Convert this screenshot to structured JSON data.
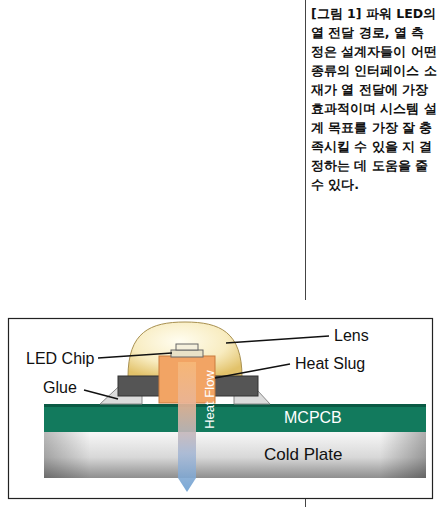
{
  "diagram": {
    "caption": "[그림 1] 파워 LED의 열 전달 경로, 열 측정은 설계자들이 어떤 종류의 인터페이스 소재가 열 전달에 가장 효과적이며 시스템 설계 목표를 가장 잘 충족시킬 수 있을 지 결정하는 데 도움을 줄 수 있다.",
    "nodes": [
      {
        "text": [
          "MCPCB"
        ]
      },
      {
        "text": [
          "Cold Plate"
        ]
      }
    ],
    "labels": [
      "Lens",
      "LED Chip",
      "Heat Slug",
      "Glue",
      "Heat Flow"
    ]
  }
}
